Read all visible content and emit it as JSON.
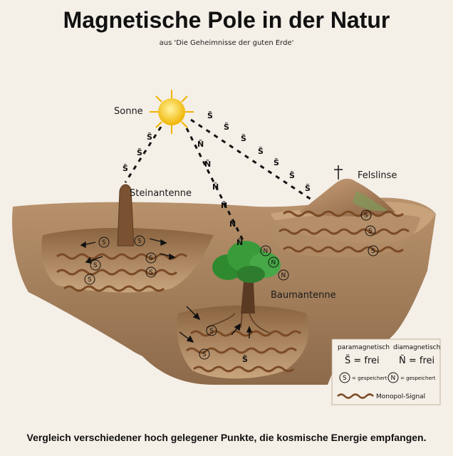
{
  "title": "Magnetische Pole in der Natur",
  "subtitle": "aus 'Die Geheimnisse der guten Erde'",
  "footer": "Vergleich verschiedener hoch gelegener Punkte, die kosmische Energie empfangen.",
  "labels": {
    "sun": "Sonne",
    "stone": "Steinantenne",
    "rock": "Felslinse",
    "tree": "Baumantenne"
  },
  "symbols": {
    "s_free": "S̃",
    "n_free": "Ñ",
    "s_stored": "S",
    "n_stored": "N"
  },
  "legend": {
    "paramagnetic": "paramagnetisch",
    "diamagnetic": "diamagnetisch",
    "s_free": "S̃ = frei",
    "n_free": "Ñ = frei",
    "s_stored": "= gespeichert",
    "n_stored": "= gespeichert",
    "signal": "Monopol-Signal"
  },
  "colors": {
    "earth": "#a07852",
    "earth_dark": "#7a5535",
    "signal": "#7b4a25",
    "sun": "#f5c518",
    "tree": "#3a9b3a"
  }
}
